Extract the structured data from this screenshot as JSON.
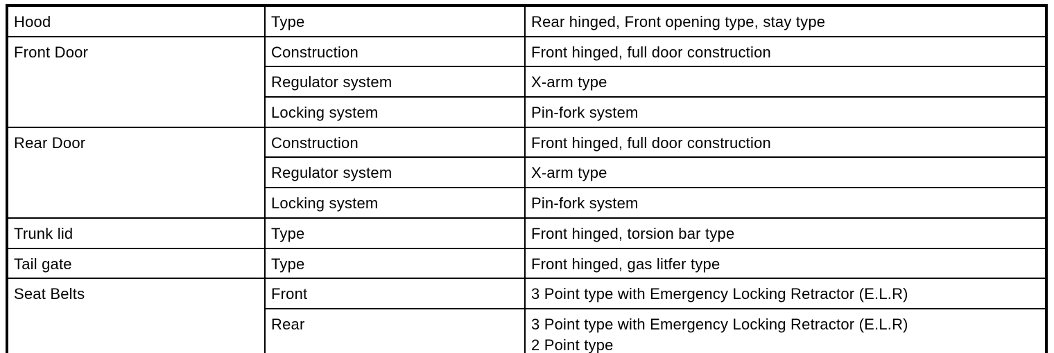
{
  "table": {
    "name": "body-specifications-table",
    "border_color": "#000000",
    "background_color": "#ffffff",
    "text_color": "#000000",
    "groups": [
      {
        "component": "Hood",
        "rows": [
          {
            "attribute": "Type",
            "value": "Rear hinged, Front opening type, stay type"
          }
        ]
      },
      {
        "component": "Front Door",
        "rows": [
          {
            "attribute": "Construction",
            "value": "Front hinged, full door construction"
          },
          {
            "attribute": "Regulator system",
            "value": "X-arm type"
          },
          {
            "attribute": "Locking system",
            "value": "Pin-fork system"
          }
        ]
      },
      {
        "component": "Rear Door",
        "rows": [
          {
            "attribute": "Construction",
            "value": "Front hinged, full door construction"
          },
          {
            "attribute": "Regulator system",
            "value": "X-arm type"
          },
          {
            "attribute": "Locking system",
            "value": "Pin-fork system"
          }
        ]
      },
      {
        "component": "Trunk lid",
        "rows": [
          {
            "attribute": "Type",
            "value": "Front hinged, torsion bar type"
          }
        ]
      },
      {
        "component": "Tail gate",
        "rows": [
          {
            "attribute": "Type",
            "value": "Front hinged, gas litfer type"
          }
        ]
      },
      {
        "component": "Seat Belts",
        "rows": [
          {
            "attribute": "Front",
            "value": "3 Point type with Emergency Locking Retractor (E.L.R)"
          },
          {
            "attribute": "Rear",
            "value": "3 Point type with Emergency Locking Retractor (E.L.R)\n2 Point type",
            "tall": true
          }
        ]
      }
    ]
  }
}
